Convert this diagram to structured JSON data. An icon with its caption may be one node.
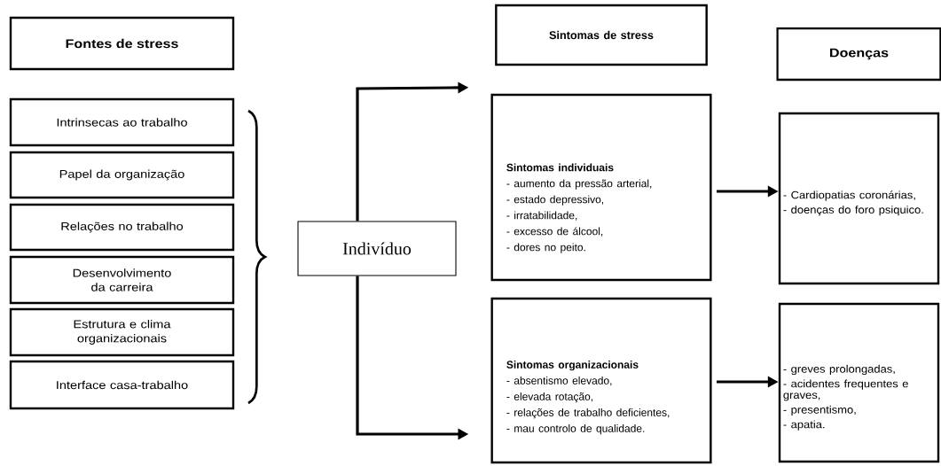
{
  "diagram": {
    "nodes": [
      {
        "text": [
          "Fontes de stress"
        ]
      },
      {
        "text": [
          "Intrinsecas ao trabalho"
        ]
      },
      {
        "text": [
          "Papel da organização"
        ]
      },
      {
        "text": [
          "Relações no trabalho"
        ]
      },
      {
        "text": [
          "Desenvolvimento da carreira"
        ]
      },
      {
        "text": [
          "Estrutura e clima organizacionais"
        ]
      },
      {
        "text": [
          "Interface casa-trabalho"
        ]
      },
      {
        "text": [
          "Indivíduo"
        ]
      },
      {
        "text": [
          "Sintomas de stress"
        ]
      },
      {
        "text": [
          "Sintomas individuais",
          "- aumento da pressão arterial,",
          "- estado depressivo,",
          "- irratabilidade,",
          "- excesso de álcool,",
          "- dores no peito."
        ]
      },
      {
        "text": [
          "Sintomas organizacionais",
          "- absentismo elevado,",
          "- elevada rotação,",
          "- relações de trabalho deficientes,",
          "- mau controlo de qualidade."
        ]
      },
      {
        "text": [
          "Doenças"
        ]
      },
      {
        "text": [
          "- Cardiopatias coronárias,",
          "- doenças do foro psiquico."
        ]
      },
      {
        "text": [
          "- greves prolongadas,",
          "- acidentes frequentes e graves,",
          "- presentismo,",
          "- apatia."
        ]
      }
    ],
    "edges": [
      {
        "from": 7,
        "to": 9,
        "arrow": "to"
      },
      {
        "from": 7,
        "to": 10,
        "arrow": "to"
      },
      {
        "from": 9,
        "to": 12,
        "arrow": "to"
      },
      {
        "from": 10,
        "to": 13,
        "arrow": "to"
      }
    ]
  }
}
